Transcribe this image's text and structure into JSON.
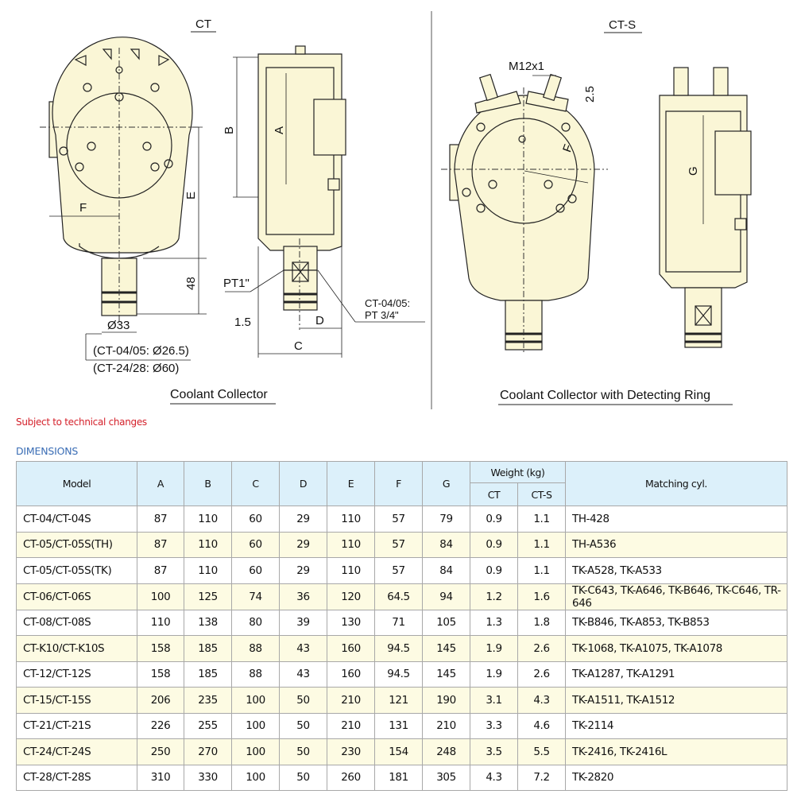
{
  "drawing": {
    "left_title": "CT",
    "right_title": "CT-S",
    "left_caption": "Coolant Collector",
    "right_caption": "Coolant Collector with Detecting Ring",
    "labels": {
      "F": "F",
      "E": "E",
      "B": "B",
      "A": "A",
      "C": "C",
      "D": "D",
      "G": "G",
      "dim48": "48",
      "pt1": "PT1\"",
      "dim15": "1.5",
      "dia33": "Ø33",
      "alt1": "(CT-04/05: Ø26.5)",
      "alt2": "(CT-24/28: Ø60)",
      "ct0405a": "CT-04/05:",
      "ct0405b": "PT 3/4\"",
      "m12": "M12x1",
      "dim25": "2.5"
    },
    "body_color": "#faf6d6"
  },
  "note": "Subject to technical changes",
  "table_title": "DIMENSIONS",
  "table": {
    "headers": {
      "model": "Model",
      "a": "A",
      "b": "B",
      "c": "C",
      "d": "D",
      "e": "E",
      "f": "F",
      "g": "G",
      "weight": "Weight (kg)",
      "ct": "CT",
      "cts": "CT-S",
      "cyl": "Matching cyl."
    },
    "rows": [
      [
        "CT-04/CT-04S",
        "87",
        "110",
        "60",
        "29",
        "110",
        "57",
        "79",
        "0.9",
        "1.1",
        "TH-428"
      ],
      [
        "CT-05/CT-05S(TH)",
        "87",
        "110",
        "60",
        "29",
        "110",
        "57",
        "84",
        "0.9",
        "1.1",
        "TH-A536"
      ],
      [
        "CT-05/CT-05S(TK)",
        "87",
        "110",
        "60",
        "29",
        "110",
        "57",
        "84",
        "0.9",
        "1.1",
        "TK-A528, TK-A533"
      ],
      [
        "CT-06/CT-06S",
        "100",
        "125",
        "74",
        "36",
        "120",
        "64.5",
        "94",
        "1.2",
        "1.6",
        "TK-C643, TK-A646, TK-B646, TK-C646, TR-646"
      ],
      [
        "CT-08/CT-08S",
        "110",
        "138",
        "80",
        "39",
        "130",
        "71",
        "105",
        "1.3",
        "1.8",
        "TK-B846, TK-A853, TK-B853"
      ],
      [
        "CT-K10/CT-K10S",
        "158",
        "185",
        "88",
        "43",
        "160",
        "94.5",
        "145",
        "1.9",
        "2.6",
        "TK-1068, TK-A1075, TK-A1078"
      ],
      [
        "CT-12/CT-12S",
        "158",
        "185",
        "88",
        "43",
        "160",
        "94.5",
        "145",
        "1.9",
        "2.6",
        "TK-A1287, TK-A1291"
      ],
      [
        "CT-15/CT-15S",
        "206",
        "235",
        "100",
        "50",
        "210",
        "121",
        "190",
        "3.1",
        "4.3",
        "TK-A1511, TK-A1512"
      ],
      [
        "CT-21/CT-21S",
        "226",
        "255",
        "100",
        "50",
        "210",
        "131",
        "210",
        "3.3",
        "4.6",
        "TK-2114"
      ],
      [
        "CT-24/CT-24S",
        "250",
        "270",
        "100",
        "50",
        "230",
        "154",
        "248",
        "3.5",
        "5.5",
        "TK-2416, TK-2416L"
      ],
      [
        "CT-28/CT-28S",
        "310",
        "330",
        "100",
        "50",
        "260",
        "181",
        "305",
        "4.3",
        "7.2",
        "TK-2820"
      ]
    ]
  }
}
